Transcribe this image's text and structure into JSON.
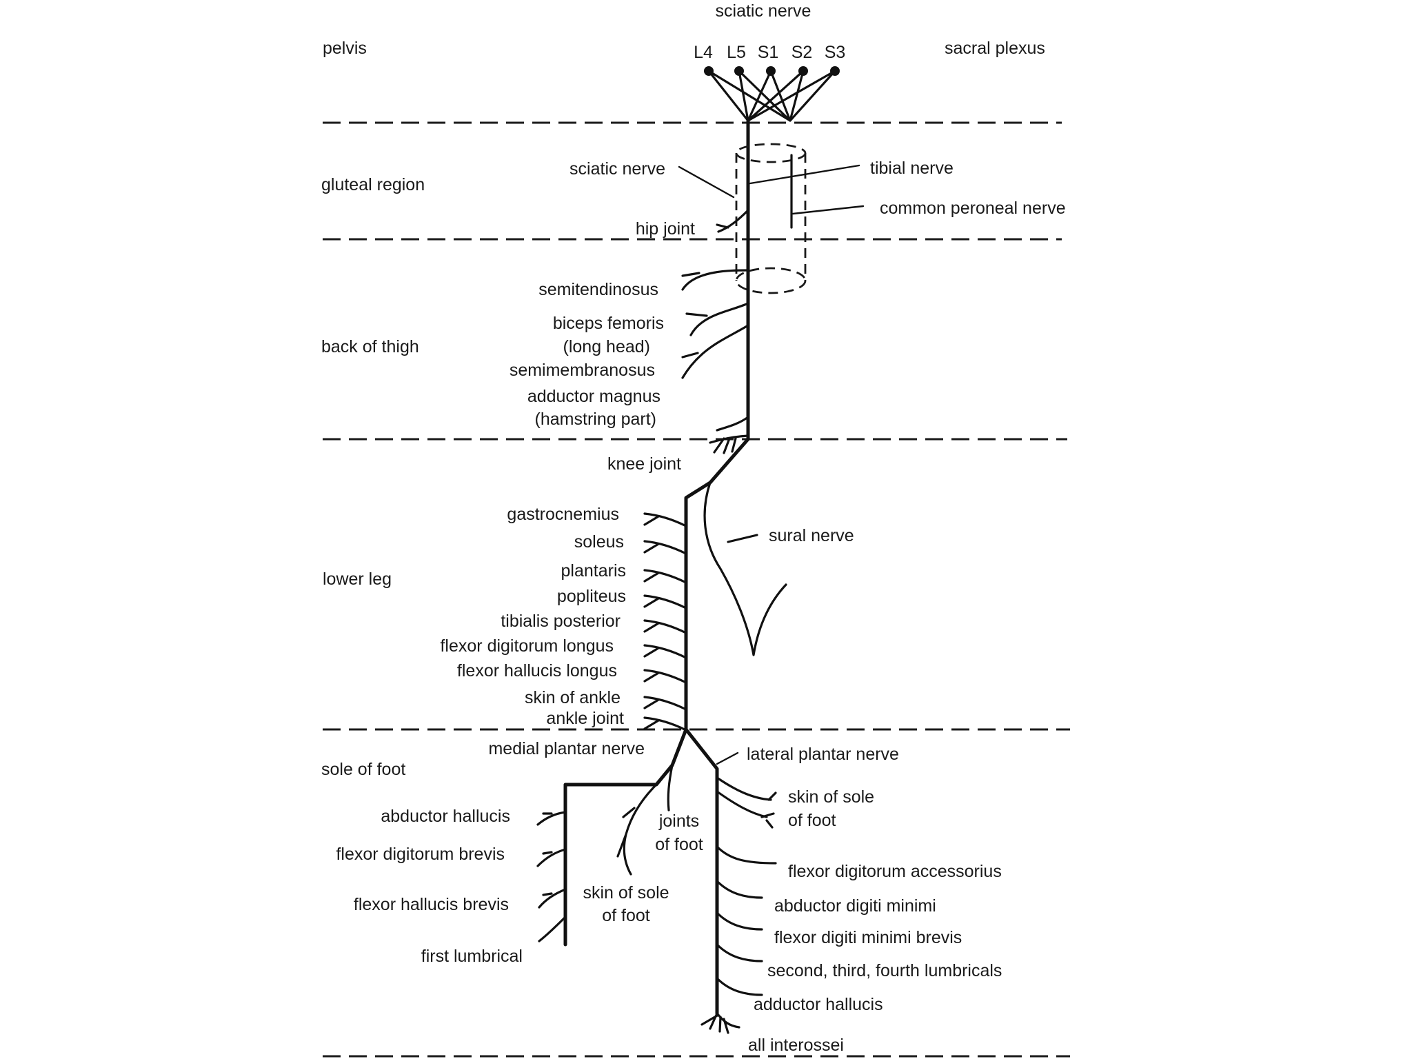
{
  "colors": {
    "ink": "#111111",
    "background": "#ffffff"
  },
  "header": {
    "title": "sciatic nerve"
  },
  "regions": {
    "pelvis": "pelvis",
    "gluteal": "gluteal region",
    "thigh": "back of thigh",
    "leg": "lower leg",
    "foot": "sole of foot"
  },
  "plexus": {
    "label": "sacral plexus",
    "roots": [
      "L4",
      "L5",
      "S1",
      "S2",
      "S3"
    ]
  },
  "gluteal": {
    "sciatic": "sciatic nerve",
    "tibial": "tibial nerve",
    "peroneal": "common peroneal nerve",
    "hip": "hip joint"
  },
  "thigh": {
    "semitendinosus": "semitendinosus",
    "biceps_1": "biceps femoris",
    "biceps_2": "(long head)",
    "semimembranosus": "semimembranosus",
    "adductor_1": "adductor magnus",
    "adductor_2": "(hamstring part)",
    "knee": "knee joint"
  },
  "leg": {
    "branches": [
      "gastrocnemius",
      "soleus",
      "plantaris",
      "popliteus",
      "tibialis posterior",
      "flexor digitorum longus",
      "flexor hallucis longus",
      "skin of ankle",
      "ankle joint"
    ],
    "sural": "sural nerve"
  },
  "foot": {
    "medial": {
      "label": "medial plantar nerve",
      "branches": [
        "abductor hallucis",
        "flexor digitorum brevis",
        "flexor hallucis brevis",
        "first lumbrical"
      ],
      "joints_1": "joints",
      "joints_2": "of foot",
      "skin_1": "skin of sole",
      "skin_2": "of foot"
    },
    "lateral": {
      "label": "lateral plantar nerve",
      "skin_1": "skin of sole",
      "skin_2": "of foot",
      "branches": [
        "flexor digitorum accessorius",
        "abductor digiti minimi",
        "flexor digiti minimi brevis",
        "second, third, fourth lumbricals",
        "adductor hallucis",
        "all interossei"
      ]
    }
  }
}
